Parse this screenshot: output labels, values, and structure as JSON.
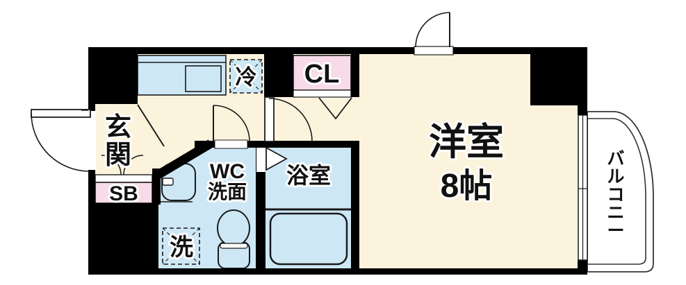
{
  "plan": {
    "type": "apartment-floor-plan",
    "labels": {
      "entrance": "玄関",
      "shoe_box": "SB",
      "wc_line1": "WC",
      "wc_line2": "洗面",
      "washer": "洗",
      "refrigerator": "冷",
      "closet": "CL",
      "bathroom": "浴室",
      "room_line1": "洋室",
      "room_line2": "8帖",
      "balcony": "バルコニー"
    },
    "colors": {
      "wall": "#000000",
      "floor": "#FCF3DD",
      "wet": "#CDE7F5",
      "storage": "#F8DBE9",
      "line": "#1A1A1A",
      "balcony_line": "#333333"
    }
  }
}
